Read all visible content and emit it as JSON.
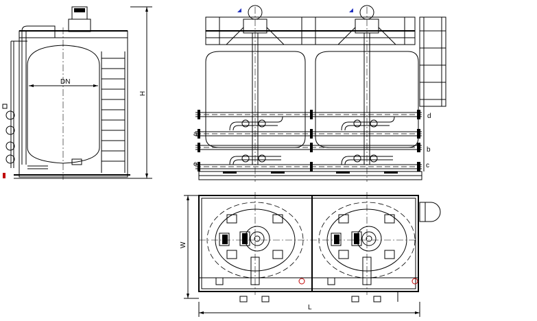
{
  "drawing": {
    "side_view": {
      "diameter_label": "DN",
      "height_label": "H"
    },
    "front_view": {
      "nozzle_labels": {
        "a": "a",
        "b": "b",
        "c": "c",
        "d": "d",
        "e": "e"
      }
    },
    "plan_view": {
      "width_label": "W",
      "length_label": "L"
    },
    "colors": {
      "line": "#000000",
      "accent_blue": "#2030c0",
      "marker_red": "#c00000"
    }
  }
}
